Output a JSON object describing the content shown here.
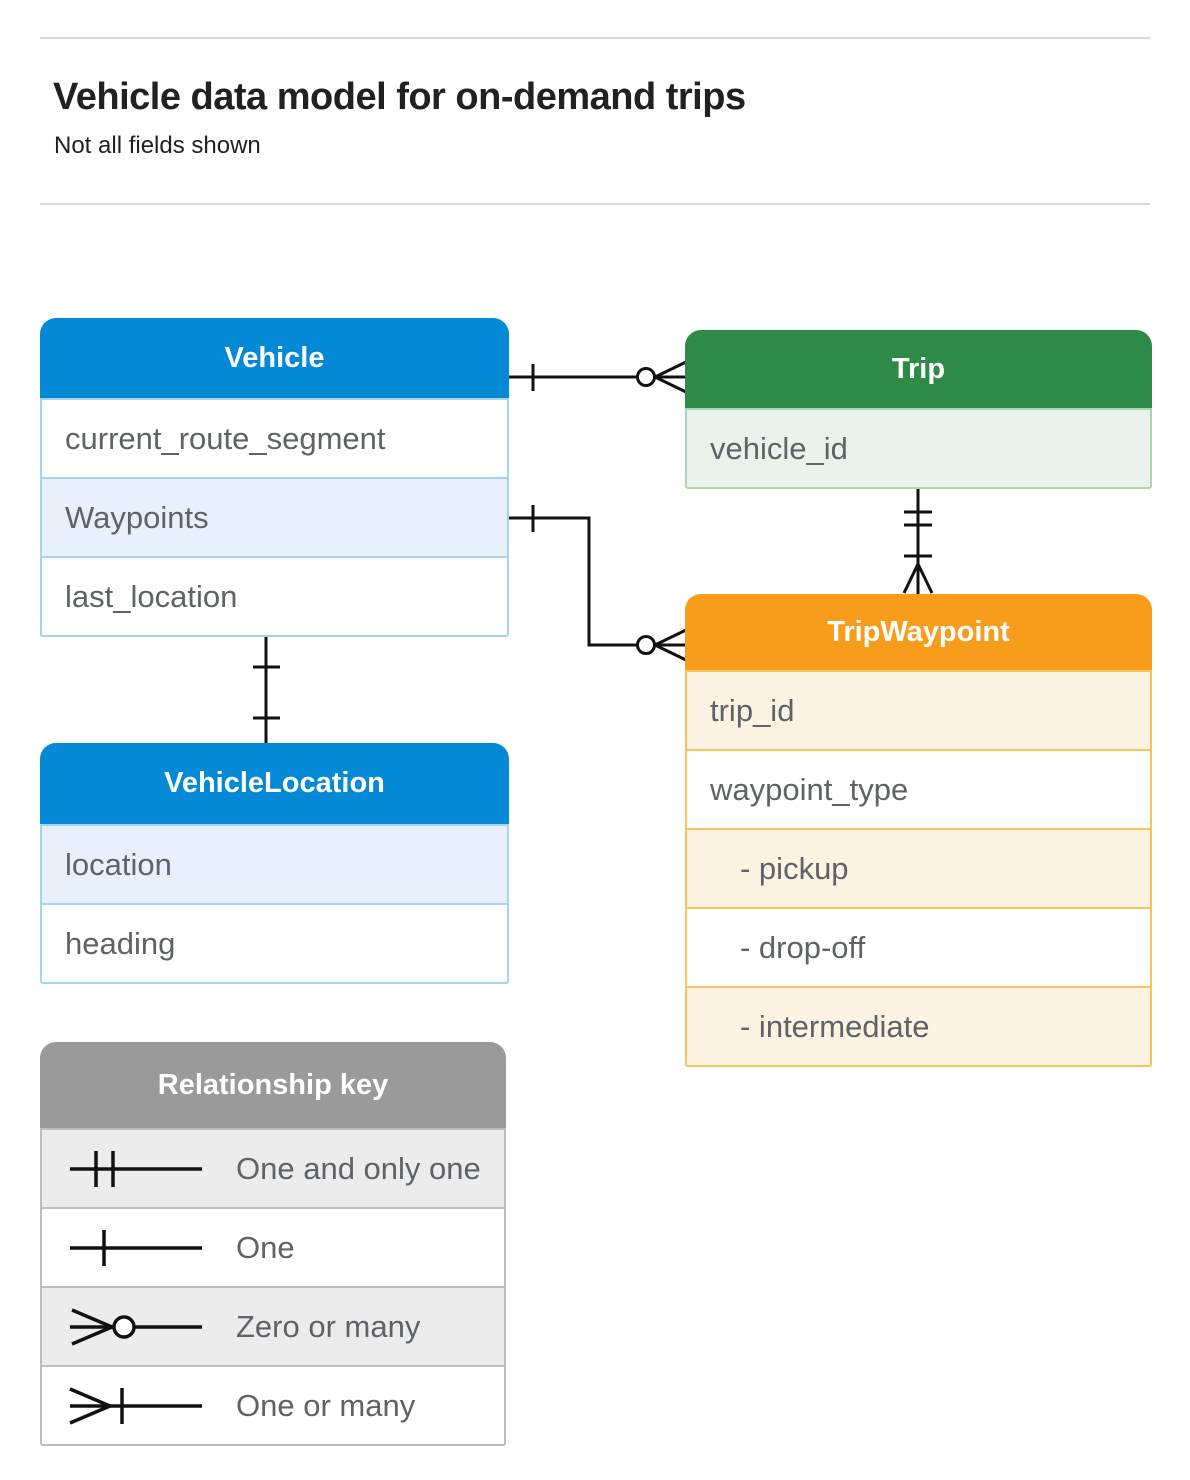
{
  "header": {
    "title": "Vehicle data model for on-demand trips",
    "subtitle": "Not all fields shown"
  },
  "entities": {
    "vehicle": {
      "title": "Vehicle",
      "fields": [
        "current_route_segment",
        "Waypoints",
        "last_location"
      ]
    },
    "trip": {
      "title": "Trip",
      "fields": [
        "vehicle_id"
      ]
    },
    "trip_waypoint": {
      "title": "TripWaypoint",
      "fields": [
        "trip_id",
        "waypoint_type",
        "- pickup",
        "- drop-off",
        "- intermediate"
      ]
    },
    "vehicle_location": {
      "title": "VehicleLocation",
      "fields": [
        "location",
        "heading"
      ]
    }
  },
  "relationships": [
    {
      "from": "Vehicle",
      "to": "Trip",
      "from_end": "one",
      "to_end": "zero-or-many"
    },
    {
      "from": "Vehicle.Waypoints",
      "to": "TripWaypoint",
      "from_end": "one",
      "to_end": "zero-or-many"
    },
    {
      "from": "Trip",
      "to": "TripWaypoint",
      "from_end": "one-and-only-one",
      "to_end": "one-or-many"
    },
    {
      "from": "Vehicle",
      "to": "VehicleLocation",
      "from_end": "one",
      "to_end": "one"
    }
  ],
  "legend": {
    "title": "Relationship key",
    "items": [
      {
        "symbol": "one-and-only-one",
        "label": "One and only one"
      },
      {
        "symbol": "one",
        "label": "One"
      },
      {
        "symbol": "zero-or-many",
        "label": "Zero or many"
      },
      {
        "symbol": "one-or-many",
        "label": "One or many"
      }
    ]
  },
  "colors": {
    "blue": "#0389d5",
    "blue_border": "#a5d3f1",
    "blue_tint": "#e8f1fb",
    "green": "#2e8b47",
    "green_border": "#abd5b1",
    "green_tint": "#e9f3ec",
    "orange": "#f89c1c",
    "orange_border": "#f8c45c",
    "orange_tint": "#fdf3e3",
    "gray_header": "#9a9a9a",
    "gray_border": "#bdbdbd",
    "gray_tint": "#ececec",
    "text_dark": "#202124",
    "text_field": "#5f6368",
    "line": "#111111",
    "rule": "#d9d9d9"
  }
}
